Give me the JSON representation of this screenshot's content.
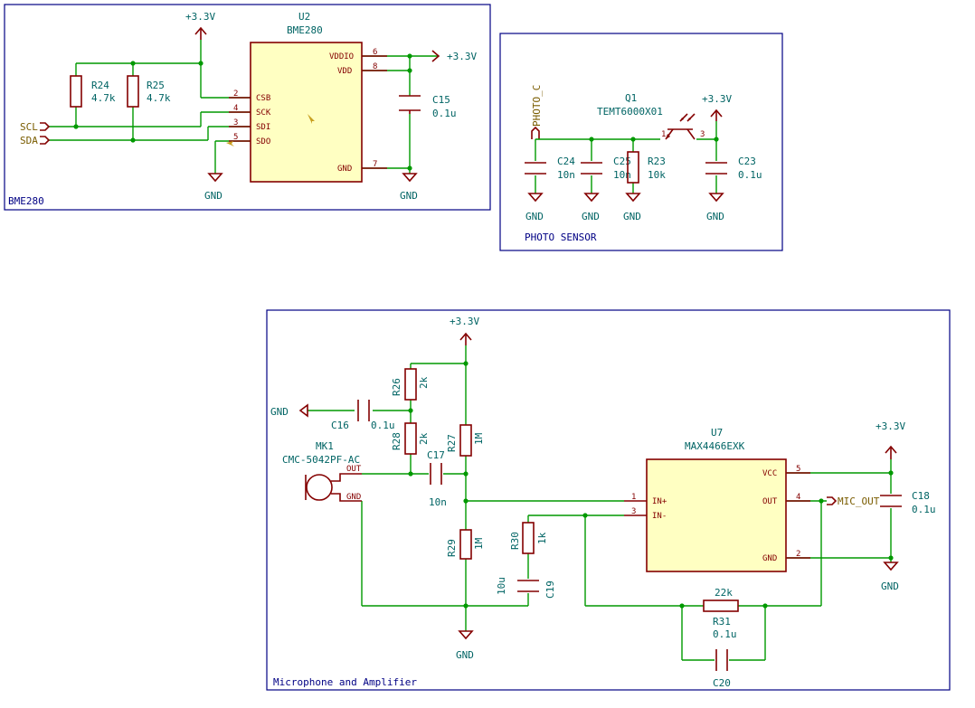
{
  "frames": {
    "bme": "BME280",
    "photo": "PHOTO SENSOR",
    "mic": "Microphone and Amplifier"
  },
  "power": {
    "vcc": "+3.3V",
    "gnd": "GND"
  },
  "labels": {
    "scl": "SCL",
    "sda": "SDA",
    "photo_c": "PHOTO_C",
    "mic_out": "MIC_OUT"
  },
  "components": {
    "u2": {
      "ref": "U2",
      "value": "BME280",
      "pins": {
        "csb": "CSB",
        "sck": "SCK",
        "sdi": "SDI",
        "sdo": "SDO",
        "vddio": "VDDIO",
        "vdd": "VDD",
        "gnd": "GND"
      },
      "pin_numbers": {
        "csb": "2",
        "sck": "4",
        "sdi": "3",
        "sdo": "5",
        "vddio": "6",
        "vdd": "8",
        "gnd": "7"
      }
    },
    "r24": {
      "ref": "R24",
      "value": "4.7k"
    },
    "r25": {
      "ref": "R25",
      "value": "4.7k"
    },
    "c15": {
      "ref": "C15",
      "value": "0.1u"
    },
    "q1": {
      "ref": "Q1",
      "value": "TEMT6000X01",
      "pin_numbers": {
        "base": "1",
        "emitter": "3"
      }
    },
    "c24": {
      "ref": "C24",
      "value": "10n"
    },
    "c25": {
      "ref": "C25",
      "value": "10n"
    },
    "r23": {
      "ref": "R23",
      "value": "10k"
    },
    "c23": {
      "ref": "C23",
      "value": "0.1u"
    },
    "r26": {
      "ref": "R26",
      "value": "2k"
    },
    "r28": {
      "ref": "R28",
      "value": "2k"
    },
    "c16": {
      "ref": "C16",
      "value": "0.1u"
    },
    "c17": {
      "ref": "C17",
      "value": "10n"
    },
    "r27": {
      "ref": "R27",
      "value": "1M"
    },
    "r29": {
      "ref": "R29",
      "value": "1M"
    },
    "r30": {
      "ref": "R30",
      "value": "1k"
    },
    "c19": {
      "ref": "C19",
      "value": "10u"
    },
    "mk1": {
      "ref": "MK1",
      "value": "CMC-5042PF-AC",
      "pins": {
        "out": "OUT",
        "gnd": "GND"
      }
    },
    "u7": {
      "ref": "U7",
      "value": "MAX4466EXK",
      "pins": {
        "inp": "IN+",
        "inn": "IN-",
        "vcc": "VCC",
        "out": "OUT",
        "gnd": "GND"
      },
      "pin_numbers": {
        "inp": "1",
        "inn": "3",
        "vcc": "5",
        "out": "4",
        "gnd": "2"
      }
    },
    "r31": {
      "ref": "R31",
      "value": "22k"
    },
    "c20": {
      "ref": "C20",
      "value": "0.1u"
    },
    "c18": {
      "ref": "C18",
      "value": "0.1u"
    }
  }
}
